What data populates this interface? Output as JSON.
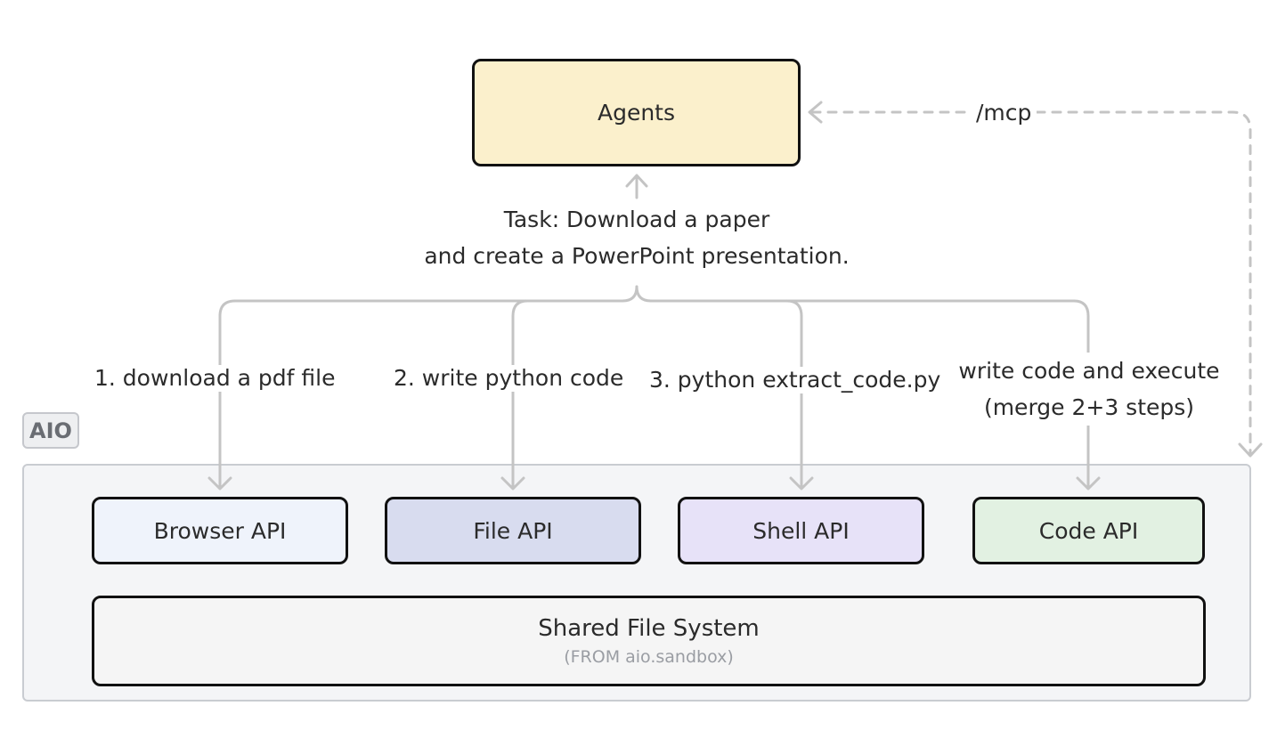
{
  "agents": {
    "label": "Agents"
  },
  "task": {
    "line1": "Task: Download a paper",
    "line2": "and create a PowerPoint presentation."
  },
  "mcp": {
    "label": "/mcp"
  },
  "steps": {
    "step1": "1. download a pdf file",
    "step2": "2. write python code",
    "step3": "3. python extract_code.py",
    "step4_line1": "write code and execute",
    "step4_line2": "(merge 2+3 steps)"
  },
  "sandbox": {
    "tag": "AIO"
  },
  "apis": {
    "browser": "Browser API",
    "file": "File API",
    "shell": "Shell API",
    "code": "Code API"
  },
  "filesystem": {
    "title": "Shared File System",
    "subtitle": "(FROM aio.sandbox)"
  },
  "colors": {
    "agents_fill": "#fbf0cc",
    "browser_fill": "#eff3fb",
    "file_fill": "#d8dcef",
    "shell_fill": "#e7e2f8",
    "code_fill": "#e2f1e2",
    "fs_fill": "#f5f5f5",
    "connector": "#c4c4c4",
    "box_border": "#111111"
  }
}
